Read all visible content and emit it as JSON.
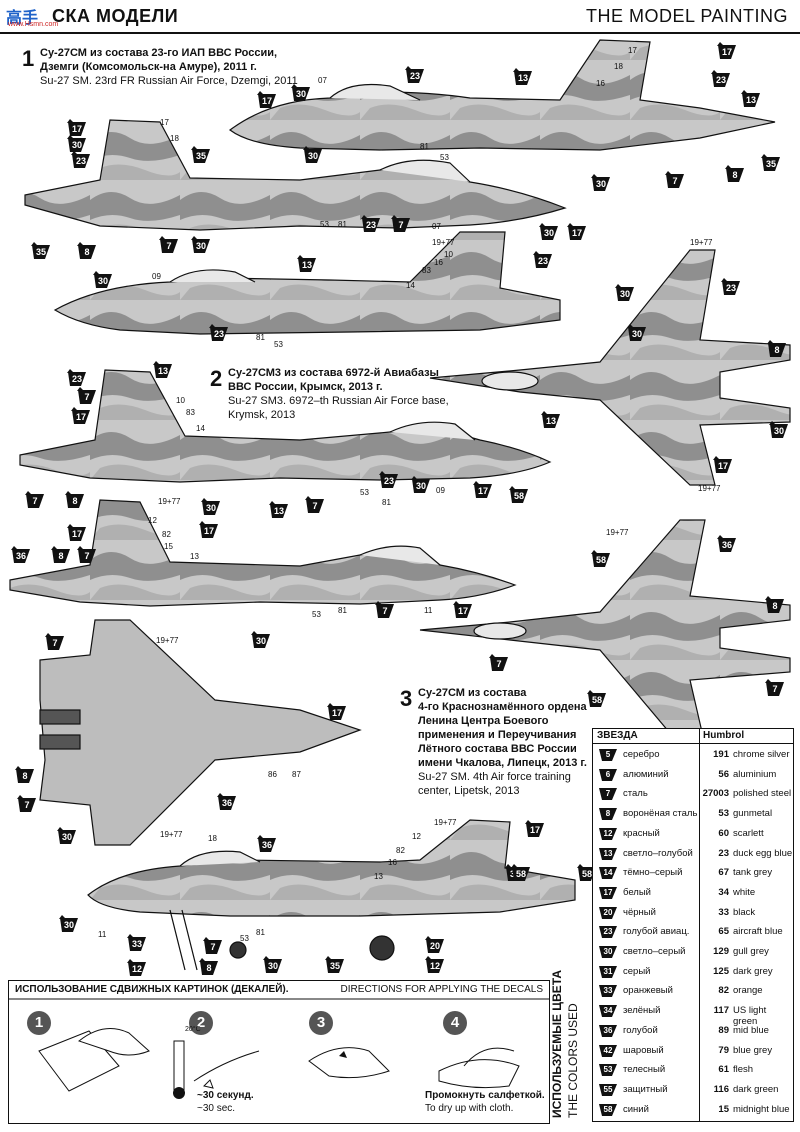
{
  "header": {
    "logo": "高手",
    "logo_sub": "www.Hsmn.com",
    "title_ru": "СКА МОДЕЛИ",
    "title_en": "THE MODEL PAINTING"
  },
  "schemes": [
    {
      "number": "1",
      "ru1": "Су-27СМ из состава 23-го ИАП ВВС России,",
      "ru2": "Дземги (Комсомольск-на Амуре), 2011 г.",
      "en1": "Su-27 SM. 23rd FR Russian Air Force, Dzemgi, 2011",
      "en2": ""
    },
    {
      "number": "2",
      "ru1": "Су-27СМ3 из состава 6972-й Авиабазы",
      "ru2": "ВВС России, Крымск, 2013 г.",
      "en1": "Su-27 SM3. 6972–th Russian Air Force base,",
      "en2": "Krymsk, 2013"
    },
    {
      "number": "3",
      "ru1": "Су-27СМ из состава",
      "ru2": "4-го Краснознамённого ордена",
      "ru3": "Ленина Центра Боевого",
      "ru4": "применения и Переучивания",
      "ru5": "Лётного состава ВВС России",
      "ru6": "имени Чкалова, Липецк, 2013 г.",
      "en1": "Su-27 SM. 4th Air force training",
      "en2": "center, Lipetsk, 2013"
    }
  ],
  "callouts": [
    {
      "v": "17"
    },
    {
      "v": "30"
    },
    {
      "v": "23"
    },
    {
      "v": "13"
    },
    {
      "v": "17"
    },
    {
      "v": "23"
    },
    {
      "v": "13"
    },
    {
      "v": "35"
    },
    {
      "v": "17"
    },
    {
      "v": "30"
    },
    {
      "v": "23"
    },
    {
      "v": "35"
    },
    {
      "v": "30"
    },
    {
      "v": "7"
    },
    {
      "v": "8"
    },
    {
      "v": "30"
    },
    {
      "v": "35"
    },
    {
      "v": "8"
    },
    {
      "v": "7"
    },
    {
      "v": "30"
    },
    {
      "v": "23"
    },
    {
      "v": "7"
    },
    {
      "v": "30"
    },
    {
      "v": "17"
    },
    {
      "v": "30"
    },
    {
      "v": "13"
    },
    {
      "v": "23"
    },
    {
      "v": "23"
    },
    {
      "v": "30"
    },
    {
      "v": "23"
    },
    {
      "v": "8"
    },
    {
      "v": "30"
    },
    {
      "v": "13"
    },
    {
      "v": "23"
    },
    {
      "v": "17"
    },
    {
      "v": "7"
    },
    {
      "v": "13"
    },
    {
      "v": "30"
    },
    {
      "v": "17"
    },
    {
      "v": "8"
    },
    {
      "v": "7"
    },
    {
      "v": "30"
    },
    {
      "v": "13"
    },
    {
      "v": "7"
    },
    {
      "v": "23"
    },
    {
      "v": "30"
    },
    {
      "v": "17"
    },
    {
      "v": "58"
    },
    {
      "v": "17"
    },
    {
      "v": "17"
    },
    {
      "v": "8"
    },
    {
      "v": "7"
    },
    {
      "v": "36"
    },
    {
      "v": "7"
    },
    {
      "v": "17"
    },
    {
      "v": "30"
    },
    {
      "v": "58"
    },
    {
      "v": "36"
    },
    {
      "v": "8"
    },
    {
      "v": "7"
    },
    {
      "v": "58"
    },
    {
      "v": "7"
    },
    {
      "v": "7"
    },
    {
      "v": "30"
    },
    {
      "v": "17"
    },
    {
      "v": "8"
    },
    {
      "v": "7"
    },
    {
      "v": "36"
    },
    {
      "v": "30"
    },
    {
      "v": "17"
    },
    {
      "v": "58"
    },
    {
      "v": "36"
    },
    {
      "v": "36"
    },
    {
      "v": "58"
    },
    {
      "v": "33"
    },
    {
      "v": "12"
    },
    {
      "v": "7"
    },
    {
      "v": "8"
    },
    {
      "v": "30"
    },
    {
      "v": "35"
    },
    {
      "v": "20"
    },
    {
      "v": "12"
    }
  ],
  "labels": [
    {
      "v": "17"
    },
    {
      "v": "18"
    },
    {
      "v": "16"
    },
    {
      "v": "07"
    },
    {
      "v": "17"
    },
    {
      "v": "18"
    },
    {
      "v": "81"
    },
    {
      "v": "53"
    },
    {
      "v": "53"
    },
    {
      "v": "81"
    },
    {
      "v": "07"
    },
    {
      "v": "19+77"
    },
    {
      "v": "10"
    },
    {
      "v": "16"
    },
    {
      "v": "83"
    },
    {
      "v": "14"
    },
    {
      "v": "09"
    },
    {
      "v": "81"
    },
    {
      "v": "53"
    },
    {
      "v": "19+77"
    },
    {
      "v": "19+77"
    },
    {
      "v": "10"
    },
    {
      "v": "83"
    },
    {
      "v": "14"
    },
    {
      "v": "81"
    },
    {
      "v": "53"
    },
    {
      "v": "09"
    },
    {
      "v": "19+77"
    },
    {
      "v": "12"
    },
    {
      "v": "82"
    },
    {
      "v": "15"
    },
    {
      "v": "13"
    },
    {
      "v": "53"
    },
    {
      "v": "81"
    },
    {
      "v": "11"
    },
    {
      "v": "19+77"
    },
    {
      "v": "19+77"
    },
    {
      "v": "86"
    },
    {
      "v": "87"
    },
    {
      "v": "19+77"
    },
    {
      "v": "18"
    },
    {
      "v": "19+77"
    },
    {
      "v": "12"
    },
    {
      "v": "82"
    },
    {
      "v": "16"
    },
    {
      "v": "13"
    },
    {
      "v": "11"
    },
    {
      "v": "81"
    },
    {
      "v": "53"
    }
  ],
  "legend": {
    "head_left": "ЗВЕЗДА",
    "head_right": "Humbrol",
    "vertical_ru": "ИСПОЛЬЗУЕМЫЕ ЦВЕТА",
    "vertical_en": "THE COLORS USED",
    "rows": [
      {
        "zv": "5",
        "ru": "серебро",
        "hb": "191",
        "en": "chrome silver",
        "color": "#c9c9c9"
      },
      {
        "zv": "6",
        "ru": "алюминий",
        "hb": "56",
        "en": "aluminium",
        "color": "#b6b6b6"
      },
      {
        "zv": "7",
        "ru": "сталь",
        "hb": "27003",
        "en": "polished steel",
        "color": "#8a8a8a"
      },
      {
        "zv": "8",
        "ru": "воронёная сталь",
        "hb": "53",
        "en": "gunmetal",
        "color": "#555555"
      },
      {
        "zv": "12",
        "ru": "красный",
        "hb": "60",
        "en": "scarlett",
        "color": "#b03030"
      },
      {
        "zv": "13",
        "ru": "светло–голубой",
        "hb": "23",
        "en": "duck egg blue",
        "color": "#a8bcc0"
      },
      {
        "zv": "14",
        "ru": "тёмно–серый",
        "hb": "67",
        "en": "tank grey",
        "color": "#595f63"
      },
      {
        "zv": "17",
        "ru": "белый",
        "hb": "34",
        "en": "white",
        "color": "#f4f4f4"
      },
      {
        "zv": "20",
        "ru": "чёрный",
        "hb": "33",
        "en": "black",
        "color": "#111111"
      },
      {
        "zv": "23",
        "ru": "голубой авиац.",
        "hb": "65",
        "en": "aircraft blue",
        "color": "#8fa6b4"
      },
      {
        "zv": "30",
        "ru": "светло–серый",
        "hb": "129",
        "en": "gull grey",
        "color": "#a9a9a9"
      },
      {
        "zv": "31",
        "ru": "серый",
        "hb": "125",
        "en": "dark grey",
        "color": "#7b7b7b"
      },
      {
        "zv": "33",
        "ru": "оранжевый",
        "hb": "82",
        "en": "orange",
        "color": "#d07a30"
      },
      {
        "zv": "34",
        "ru": "зелёный",
        "hb": "117",
        "en": "US light green",
        "color": "#789070"
      },
      {
        "zv": "36",
        "ru": "голубой",
        "hb": "89",
        "en": "mid blue",
        "color": "#7898b0"
      },
      {
        "zv": "42",
        "ru": "шаровый",
        "hb": "79",
        "en": "blue grey",
        "color": "#8a949a"
      },
      {
        "zv": "53",
        "ru": "телесный",
        "hb": "61",
        "en": "flesh",
        "color": "#d8b8a0"
      },
      {
        "zv": "55",
        "ru": "защитный",
        "hb": "116",
        "en": "dark green",
        "color": "#4d5a3e"
      },
      {
        "zv": "58",
        "ru": "синий",
        "hb": "15",
        "en": "midnight blue",
        "color": "#1f2a48"
      }
    ]
  },
  "directions": {
    "title_ru": "ИСПОЛЬЗОВАНИЕ СДВИЖНЫХ КАРТИНОК (ДЕКАЛЕЙ).",
    "title_en": "DIRECTIONS  FOR APPLYING THE DECALS",
    "steps": [
      {
        "n": "1"
      },
      {
        "n": "2",
        "ru": "~30 секунд.",
        "en": "~30 sec.",
        "temp": "20°C"
      },
      {
        "n": "3"
      },
      {
        "n": "4",
        "ru": "Промокнуть салфеткой.",
        "en": "To dry up with cloth."
      }
    ]
  },
  "colors": {
    "ink": "#111111",
    "camo_light": "#c6c6c6",
    "camo_mid": "#9a9a9a",
    "camo_dark": "#6e6e6e",
    "step_circle": "#555555"
  }
}
